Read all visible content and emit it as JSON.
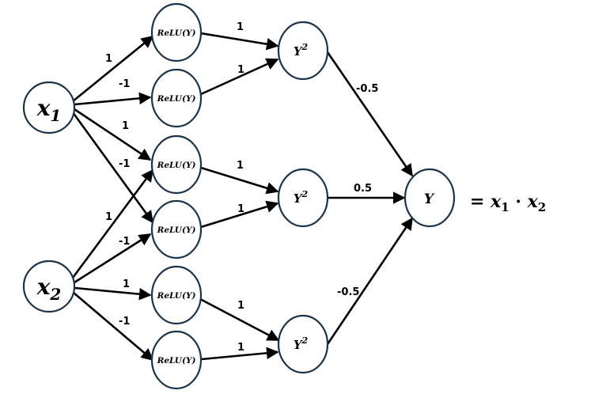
{
  "inputs": {
    "x1": {
      "base": "x",
      "sub": "1"
    },
    "x2": {
      "base": "x",
      "sub": "2"
    }
  },
  "relu_label": {
    "fn": "ReLU(",
    "var": "Y",
    "close": ")"
  },
  "square_label": {
    "var": "Y",
    "sup": "2"
  },
  "output_label": "Y",
  "equation": {
    "eq": "= ",
    "a": "x",
    "a_sub": "1",
    "dot": " · ",
    "b": "x",
    "b_sub": "2"
  },
  "weights": {
    "x1_r1": "1",
    "x1_r2": "-1",
    "x1_r3": "1",
    "x1_r4": "-1",
    "x2_r3": "1",
    "x2_r4": "-1",
    "x2_r5": "1",
    "x2_r6": "-1",
    "r1_s1": "1",
    "r2_s1": "1",
    "r3_s2": "1",
    "r4_s2": "1",
    "r5_s3": "1",
    "r6_s3": "1",
    "s1_out": "-0.5",
    "s2_out": "0.5",
    "s3_out": "-0.5"
  }
}
